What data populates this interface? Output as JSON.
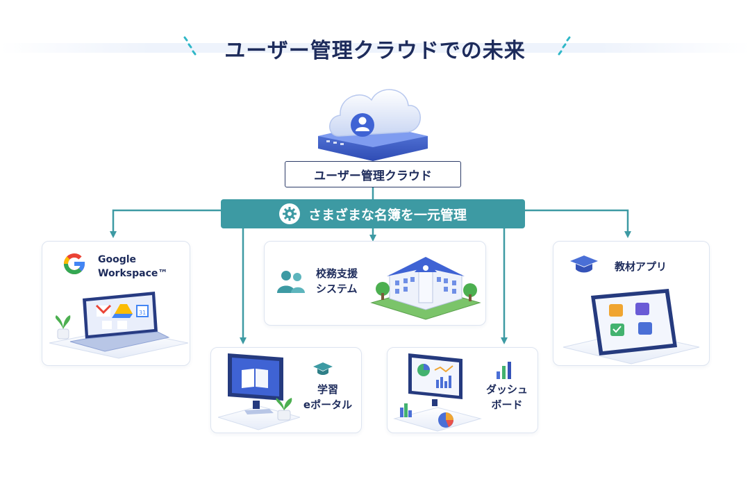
{
  "title": "ユーザー管理クラウドでの未来",
  "cloud": {
    "label": "ユーザー管理クラウド"
  },
  "banner": {
    "label": "さまざまな名簿を一元管理"
  },
  "nodes": {
    "google": {
      "line1": "Google",
      "line2": "Workspace™"
    },
    "school": {
      "line1": "校務支援",
      "line2": "システム"
    },
    "kyozai": {
      "label": "教材アプリ"
    },
    "portal": {
      "line1": "学習",
      "line2": "eポータル"
    },
    "dashboard": {
      "line1": "ダッシュ",
      "line2": "ボード"
    }
  },
  "colors": {
    "teal": "#3d9aa3",
    "navy": "#1d2b5b",
    "blue": "#4a6fd6",
    "card_border": "#dde4f0"
  },
  "icons": [
    "gear-icon",
    "user-icon",
    "people-icon",
    "graduation-cap-icon",
    "google-g-icon",
    "gmail-icon",
    "drive-icon",
    "calendar-icon",
    "book-icon",
    "plant-icon",
    "building-icon",
    "chart-icon"
  ]
}
